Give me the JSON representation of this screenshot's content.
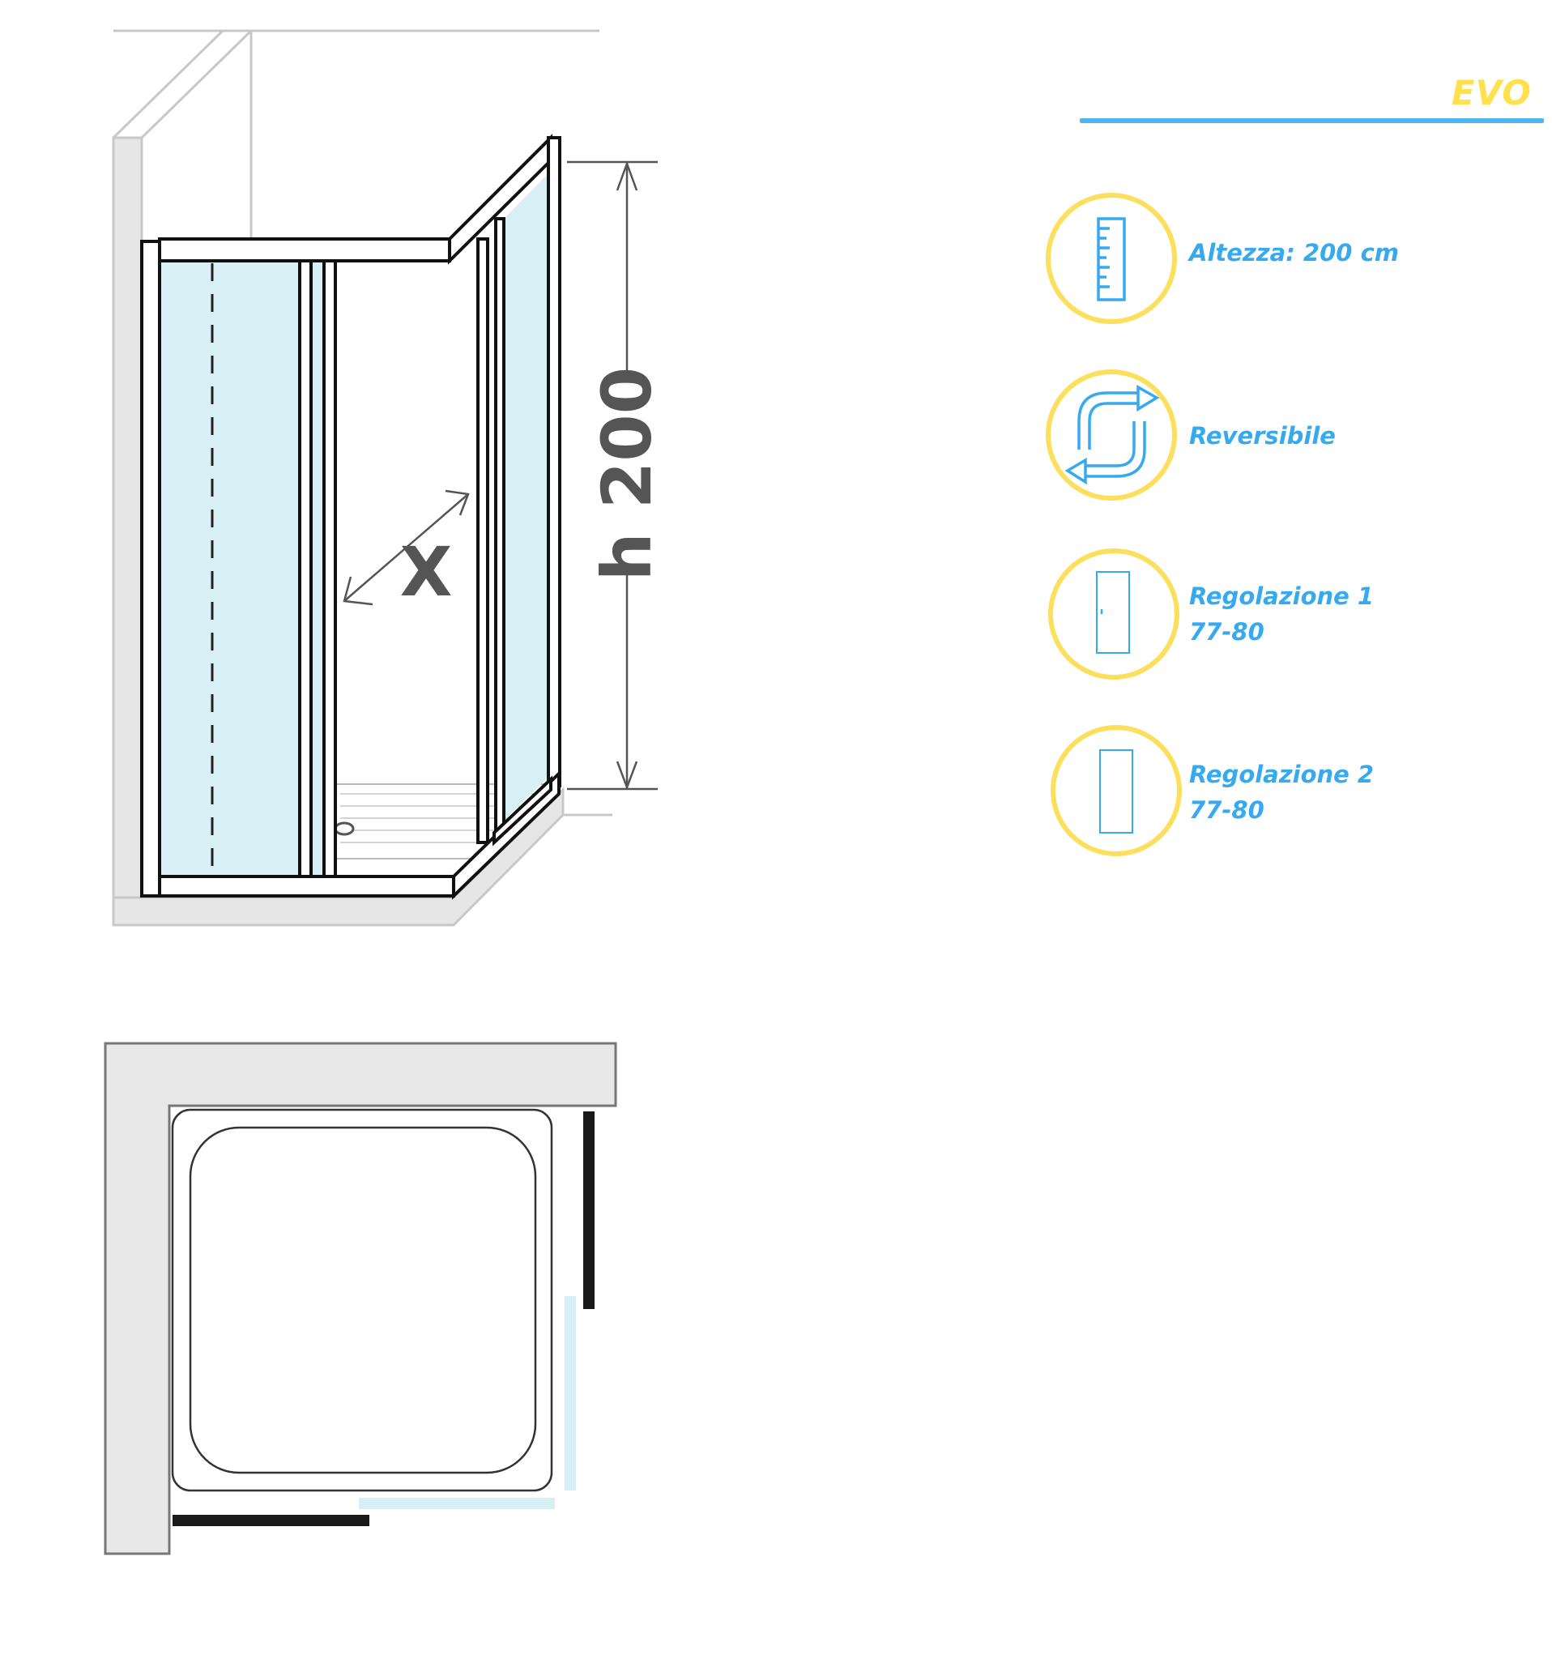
{
  "brand": {
    "name": "EVO",
    "accent_color": "#ffe14d",
    "text_color": "#36a9ef",
    "line_color": "#4cb5ee"
  },
  "diagram": {
    "height_label": "h 200",
    "width_label": "X",
    "glass_color": "#d9eff6",
    "frame_color": "#111111",
    "wall_color": "#e6e6e6"
  },
  "features": [
    {
      "icon": "ruler-icon",
      "line1": "Altezza: 200 cm",
      "line2": ""
    },
    {
      "icon": "reversible-arrows-icon",
      "line1": "Reversibile",
      "line2": ""
    },
    {
      "icon": "door-panel-icon",
      "line1": "Regolazione 1",
      "line2": "77-80"
    },
    {
      "icon": "fixed-panel-icon",
      "line1": "Regolazione 2",
      "line2": "77-80"
    }
  ]
}
